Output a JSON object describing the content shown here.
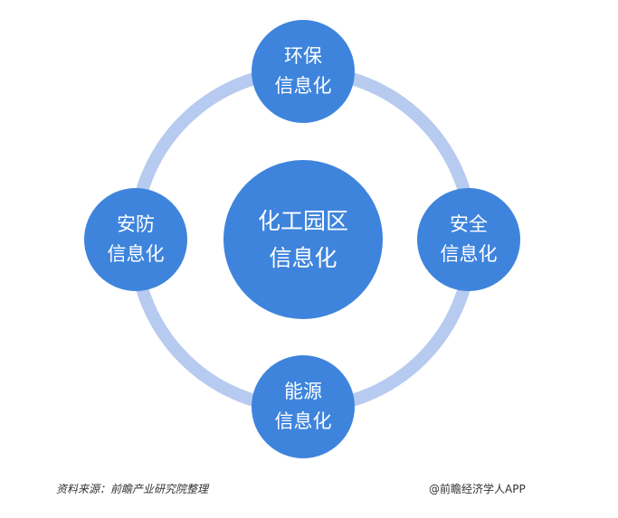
{
  "center": {
    "line1": "化工园区",
    "line2": "信息化"
  },
  "nodes": [
    {
      "line1": "环保",
      "line2": "信息化"
    },
    {
      "line1": "安全",
      "line2": "信息化"
    },
    {
      "line1": "能源",
      "line2": "信息化"
    },
    {
      "line1": "安防",
      "line2": "信息化"
    }
  ],
  "footer": {
    "source": "资料来源：前瞻产业研究院整理",
    "credit": "@前瞻经济学人APP"
  },
  "colors": {
    "node": "#3e84dc",
    "ring": "#b7caef"
  }
}
